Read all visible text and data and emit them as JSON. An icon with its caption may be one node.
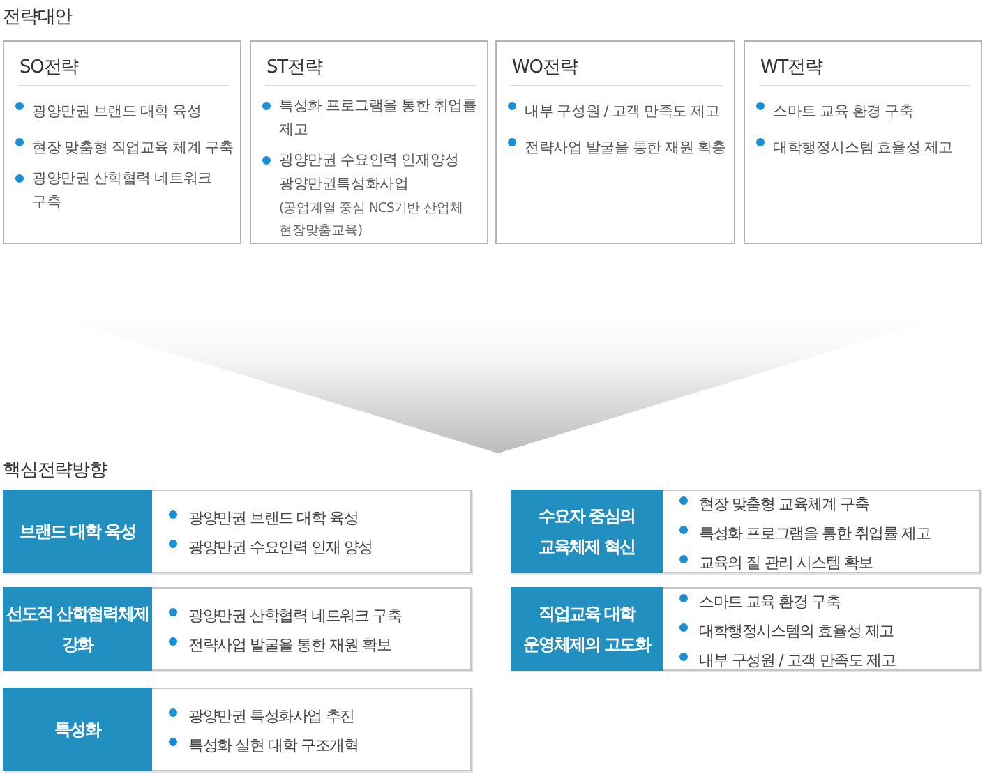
{
  "diagram": {
    "nodes": [
      {
        "text": [
          "전략대안"
        ]
      },
      {
        "text": [
          "SO전략",
          "광양만권 브랜드 대학 육성",
          "현장 맞춤형 직업교육 체계 구축",
          "광양만권 산학협력 네트워크 구축"
        ],
        "in": 0
      },
      {
        "text": [
          "ST전략",
          "특성화 프로그램을 통한 취업률 제고",
          "광양만권 수요인력 인재양성 광양만권특성화사업",
          "(공업계열 중심 NCS기반 산업체 현장맞춤교육)"
        ],
        "in": 0
      },
      {
        "text": [
          "WO전략",
          "내부 구성원 / 고객 만족도 제고",
          "전략사업 발굴을 통한 재원 확충"
        ],
        "in": 0
      },
      {
        "text": [
          "WT전략",
          "스마트 교육 환경 구축",
          "대학행정시스템 효율성 제고"
        ],
        "in": 0
      },
      {
        "text": [
          "핵심전략방향"
        ]
      },
      {
        "text": [
          "브랜드 대학 육성",
          "광양만권 브랜드 대학 육성",
          "광양만권 수요인력 인재 양성"
        ],
        "in": 5
      },
      {
        "text": [
          "수요자 중심의 교육체제 혁신",
          "현장 맞춤형 교육체계 구축",
          "특성화 프로그램을 통한 취업률 제고",
          "교육의 질 관리 시스템 확보"
        ],
        "in": 5
      },
      {
        "text": [
          "선도적 산학협력체제 강화",
          "광양만권 산학협력 네트워크 구축",
          "전략사업 발굴을 통한 재원 확보"
        ],
        "in": 5
      },
      {
        "text": [
          "직업교육 대학 운영체제의 고도화",
          "스마트 교육 환경 구축",
          "대학행정시스템의 효율성 제고",
          "내부 구성원 / 고객 만족도 제고"
        ],
        "in": 5
      },
      {
        "text": [
          "특성화",
          "광양만권 특성화사업 추진",
          "특성화 실현 대학 구조개혁"
        ],
        "in": 5
      }
    ],
    "edges": [
      {
        "from": 0,
        "to": 5,
        "arrow": "to"
      }
    ]
  }
}
